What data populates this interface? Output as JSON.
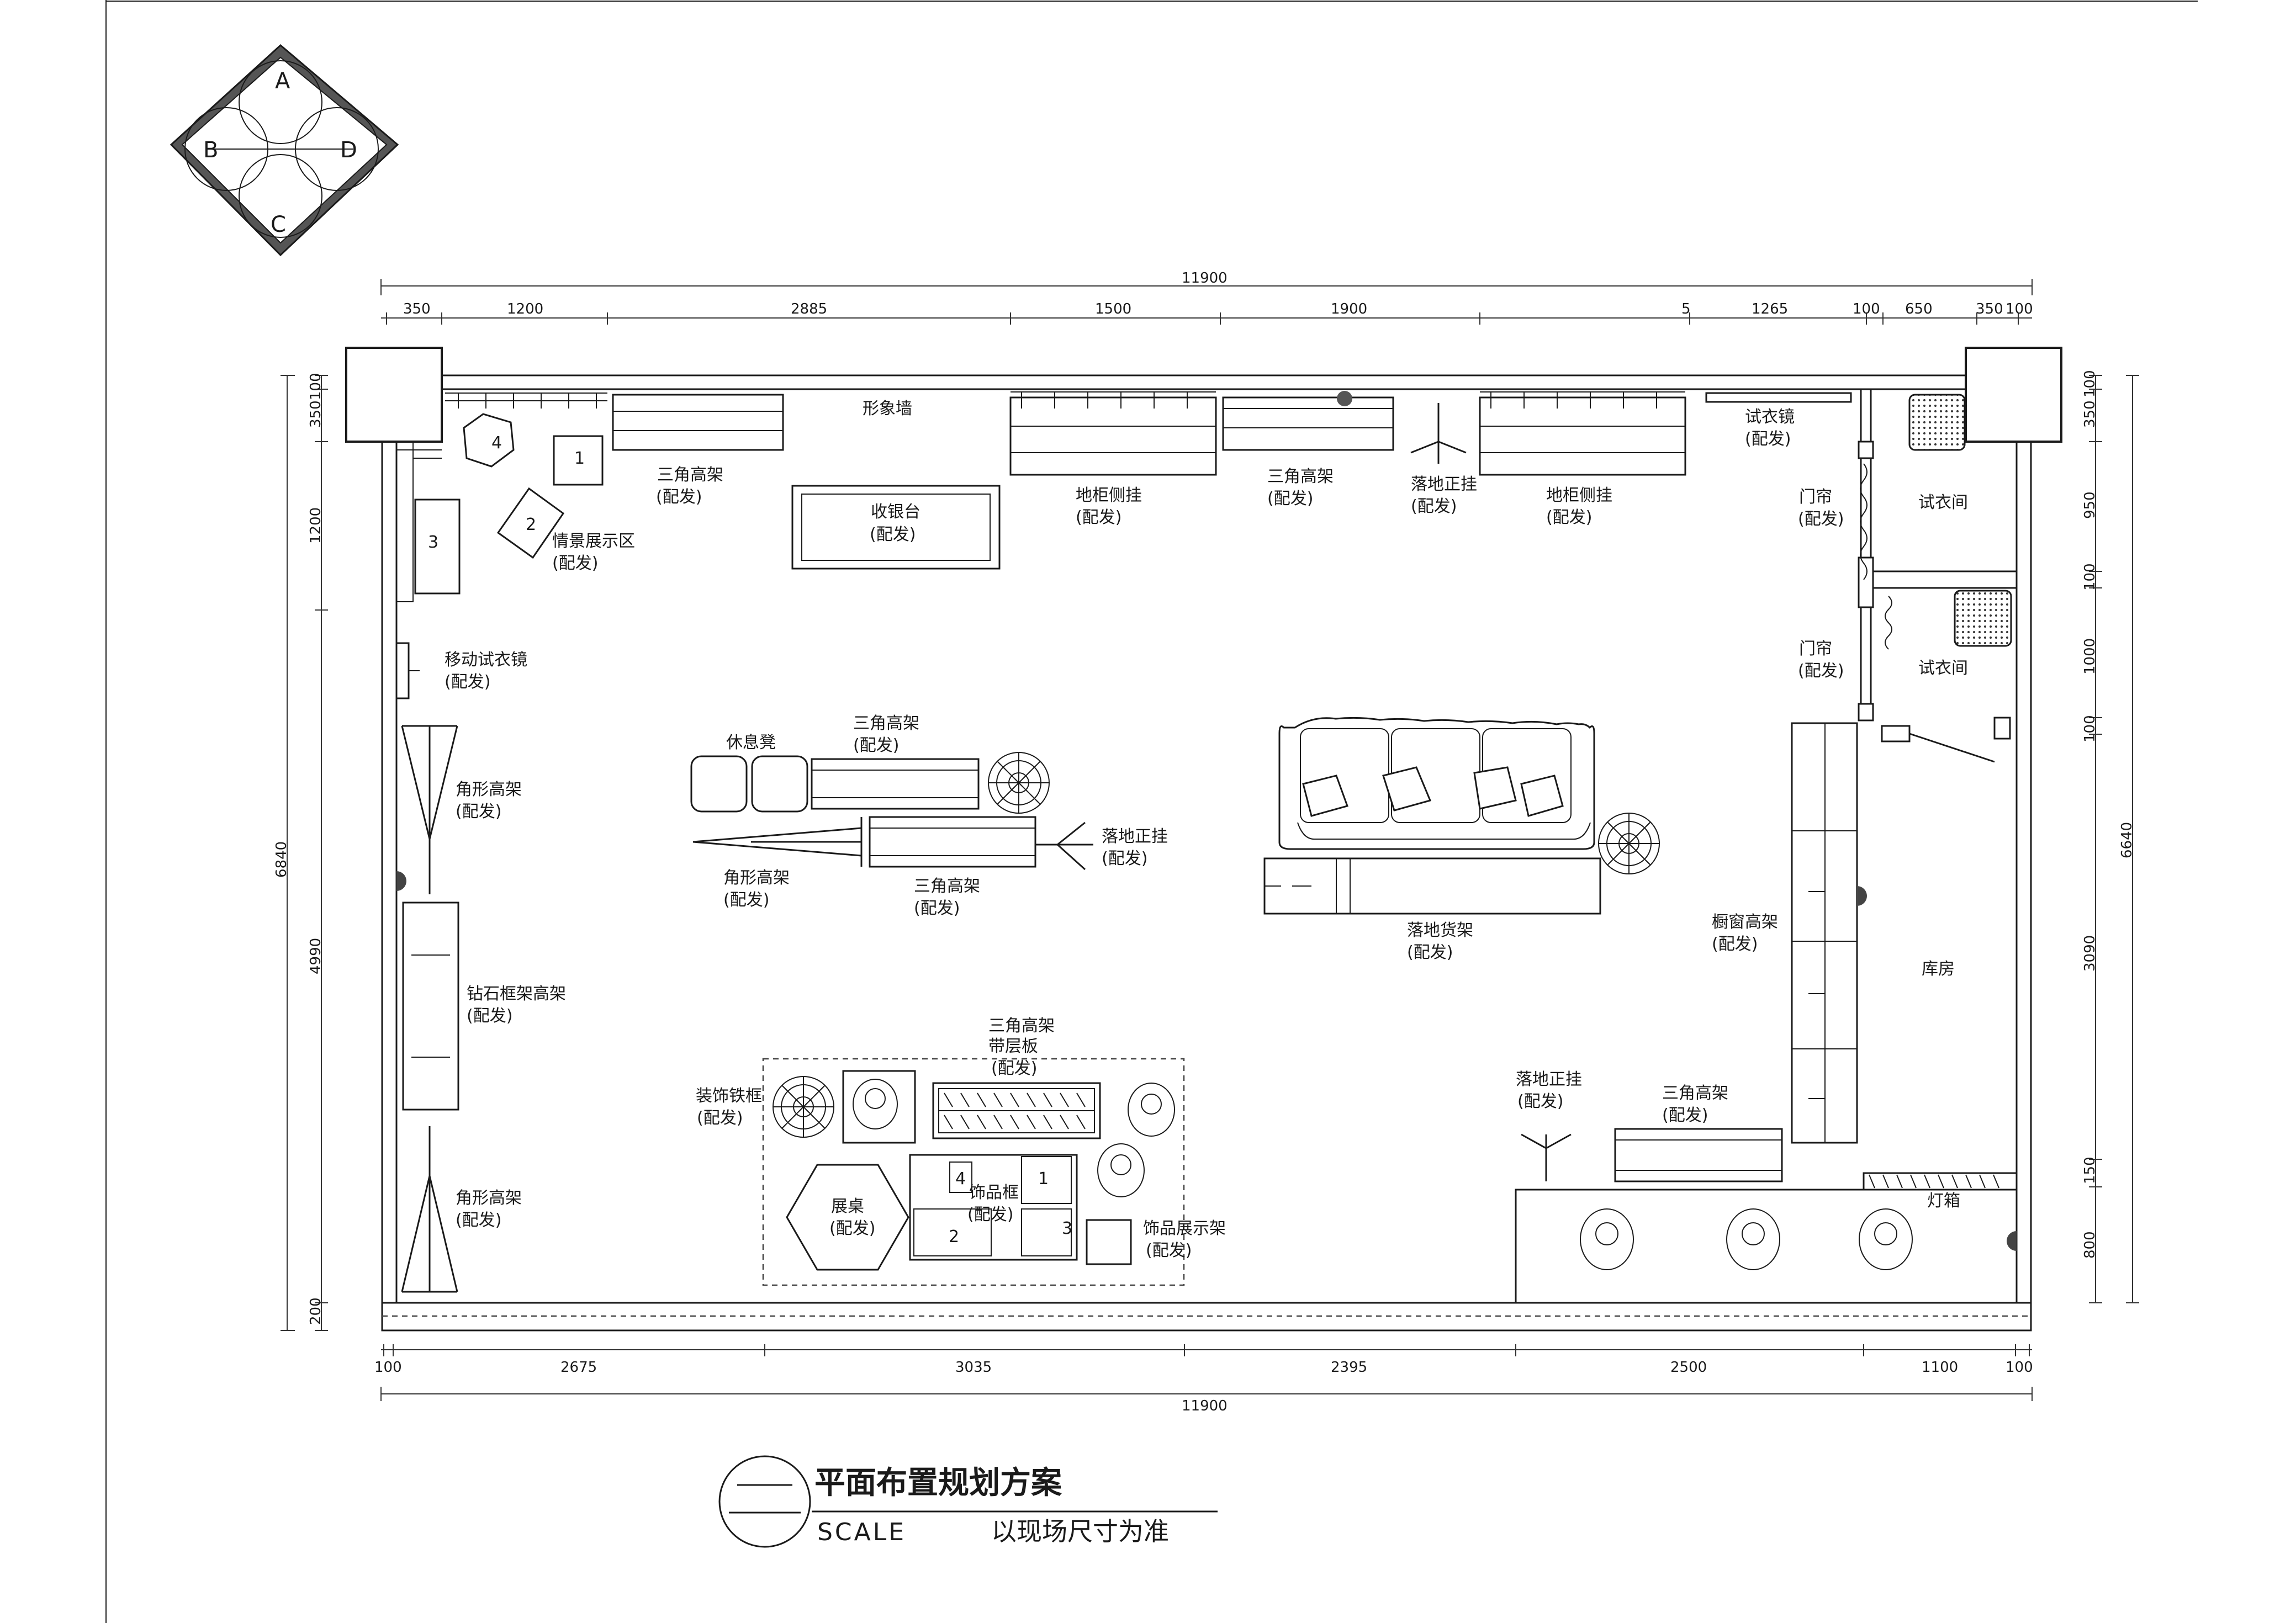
{
  "compass": {
    "a": "A",
    "b": "B",
    "c": "C",
    "d": "D"
  },
  "dims": {
    "top_total": "11900",
    "top": [
      "350",
      "1200",
      "2885",
      "1500",
      "1900",
      "5",
      "1265",
      "100",
      "650",
      "350",
      "100"
    ],
    "bottom_total": "11900",
    "bottom": [
      "100",
      "2675",
      "3035",
      "2395",
      "2500",
      "1100",
      "100"
    ],
    "left_total": "6840",
    "left": [
      "100",
      "350",
      "1200",
      "4990",
      "200"
    ],
    "right_total": "6640",
    "right": [
      "100",
      "350",
      "950",
      "100",
      "1000",
      "100",
      "3090",
      "150",
      "800"
    ]
  },
  "labels": {
    "image_wall": "形象墙",
    "note": "(配发)",
    "tri_rack": "三角高架",
    "cashier": "收银台",
    "floor_cab": "地柜侧挂",
    "floor_hang": "落地正挂",
    "mirror": "试衣镜",
    "curtain": "门帘",
    "fitting_room": "试衣间",
    "scene_area": "情景展示区",
    "mobile_mirror": "移动试衣镜",
    "angle_rack": "角形高架",
    "bench": "休息凳",
    "floor_shelf": "落地货架",
    "window_rack": "橱窗高架",
    "storage": "库房",
    "diamond_rack": "钻石框架高架",
    "tri_rack_shelf": "三角高架",
    "with_shelf": "带层板",
    "iron_frame": "装饰铁框",
    "display_table": "展桌",
    "deco_frame": "饰品框",
    "deco_rack": "饰品展示架",
    "lightbox": "灯箱",
    "n1": "1",
    "n2": "2",
    "n3": "3",
    "n4": "4"
  },
  "title": {
    "main": "平面布置规划方案",
    "scale": "SCALE",
    "sub": "以现场尺寸为准"
  }
}
